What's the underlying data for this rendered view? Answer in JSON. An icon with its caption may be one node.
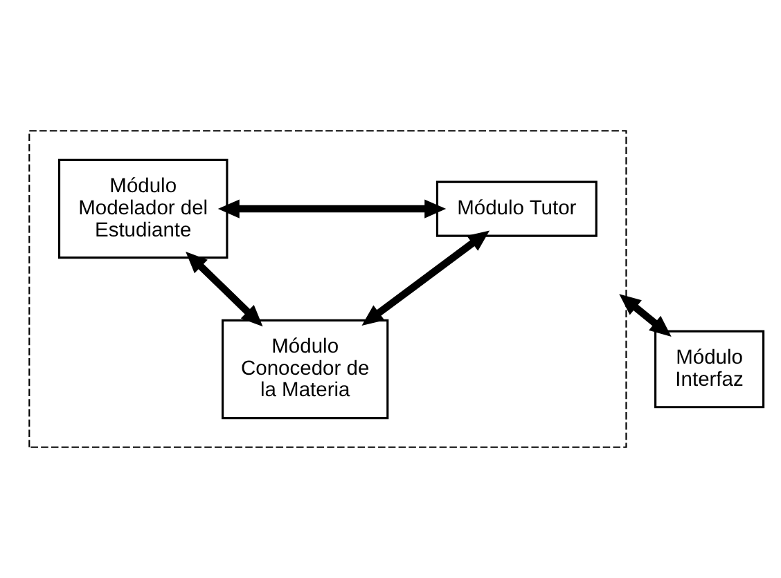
{
  "diagram": {
    "nodes": [
      {
        "text": [],
        "shape": "box"
      },
      {
        "text": [
          "Módulo Tutor"
        ],
        "in": 0
      },
      {
        "text": [
          "Módulo Modelador del Estudiante"
        ],
        "in": 0
      },
      {
        "text": [
          "Módulo Conocedor de la Materia"
        ],
        "in": 0
      },
      {
        "text": [
          "Módulo Interfaz"
        ]
      }
    ],
    "edges": [
      {
        "from": 1,
        "to": 2,
        "arrow": "both"
      },
      {
        "from": 1,
        "to": 3,
        "arrow": "both"
      },
      {
        "from": 2,
        "to": 3,
        "arrow": "both"
      },
      {
        "from": 0,
        "to": 4,
        "arrow": "both"
      }
    ]
  }
}
